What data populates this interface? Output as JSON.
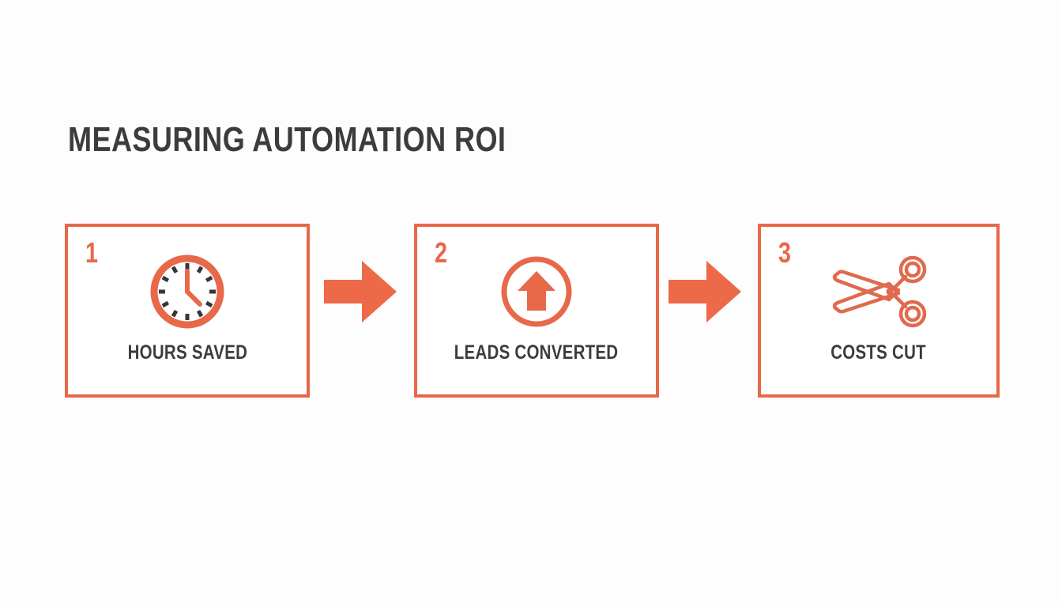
{
  "slide": {
    "background_color": "#fdfdfd",
    "accent_color": "#e8684a",
    "text_color": "#3c3c3c",
    "title": "MEASURING AUTOMATION ROI"
  },
  "steps": [
    {
      "number": "1",
      "label": "HOURS SAVED",
      "icon": "clock-icon"
    },
    {
      "number": "2",
      "label": "LEADS CONVERTED",
      "icon": "circle-up-arrow-icon"
    },
    {
      "number": "3",
      "label": "COSTS CUT",
      "icon": "scissors-icon"
    }
  ],
  "connectors": [
    {
      "icon": "arrow-right-icon"
    },
    {
      "icon": "arrow-right-icon"
    }
  ]
}
